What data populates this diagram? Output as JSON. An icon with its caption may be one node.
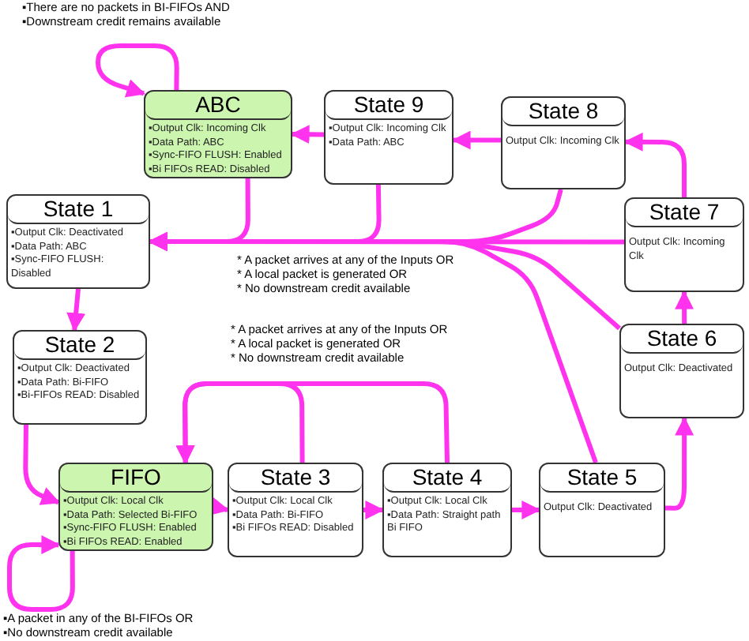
{
  "diagram": {
    "nodes": [
      {
        "text": [
          "ABC",
          "▪Output Clk: Incoming Clk",
          "▪Data Path: ABC",
          "▪Sync-FIFO FLUSH: Enabled",
          "▪Bi FIFOs READ: Disabled"
        ]
      },
      {
        "text": [
          "State 9",
          "▪Output Clk: Incoming Clk",
          "▪Data Path: ABC"
        ]
      },
      {
        "text": [
          "State 8",
          "Output Clk: Incoming Clk"
        ]
      },
      {
        "text": [
          "State 1",
          "▪Output Clk: Deactivated",
          "▪Data Path: ABC",
          "▪Sync-FIFO FLUSH: Disabled"
        ]
      },
      {
        "text": [
          "State 7",
          "Output Clk: Incoming Clk"
        ]
      },
      {
        "text": [
          "State 2",
          "▪Output Clk: Deactivated",
          "▪Data Path: Bi-FIFO",
          "▪Bi-FIFOs READ: Disabled"
        ]
      },
      {
        "text": [
          "State 6",
          "Output Clk: Deactivated"
        ]
      },
      {
        "text": [
          "FIFO",
          "▪Output Clk: Local Clk",
          "▪Data Path: Selected Bi-FIFO",
          "▪Sync-FIFO FLUSH: Enabled",
          "▪Bi FIFOs READ: Enabled"
        ]
      },
      {
        "text": [
          "State 3",
          "▪Output Clk: Local Clk",
          "▪Data Path: Bi-FIFO",
          "▪Bi FIFOs READ: Disabled"
        ]
      },
      {
        "text": [
          "State 4",
          "▪Output Clk: Local Clk",
          "▪Data Path: Straight path Bi FIFO"
        ]
      },
      {
        "text": [
          "State 5",
          "Output Clk: Deactivated"
        ]
      }
    ],
    "edges": [
      {
        "from": 0,
        "to": 0,
        "arrow": "to"
      },
      {
        "from": 1,
        "to": 0,
        "arrow": "to"
      },
      {
        "from": 2,
        "to": 1,
        "arrow": "to"
      },
      {
        "from": 4,
        "to": 2,
        "arrow": "to"
      },
      {
        "from": 6,
        "to": 4,
        "arrow": "to"
      },
      {
        "from": 10,
        "to": 6,
        "arrow": "to"
      },
      {
        "from": 9,
        "to": 10,
        "arrow": "to"
      },
      {
        "from": 8,
        "to": 9,
        "arrow": "to"
      },
      {
        "from": 7,
        "to": 8,
        "arrow": "to"
      },
      {
        "from": 5,
        "to": 7,
        "arrow": "to"
      },
      {
        "from": 3,
        "to": 5,
        "arrow": "to"
      },
      {
        "from": 7,
        "to": 7,
        "arrow": "to"
      },
      {
        "from": 0,
        "to": 3,
        "arrow": "to"
      },
      {
        "from": 1,
        "to": 3,
        "arrow": "to"
      },
      {
        "from": 2,
        "to": 3,
        "arrow": "to"
      },
      {
        "from": 4,
        "to": 3,
        "arrow": "to"
      },
      {
        "from": 6,
        "to": 3,
        "arrow": "to"
      },
      {
        "from": 10,
        "to": 3,
        "arrow": "to"
      },
      {
        "from": 9,
        "to": 7,
        "arrow": "to"
      },
      {
        "from": 8,
        "to": 7,
        "arrow": "to"
      }
    ],
    "labels": [
      "▪There are no packets in BI-FIFOs AND",
      "▪Downstream credit remains available",
      "* A packet arrives at any of the Inputs OR",
      "* A local packet is generated OR",
      "* No downstream credit available",
      "* A packet arrives at any of the Inputs OR",
      "* A local packet is generated OR",
      "* No downstream credit available",
      "▪A packet in any of the BI-FIFOs OR",
      "▪No downstream credit available"
    ]
  }
}
